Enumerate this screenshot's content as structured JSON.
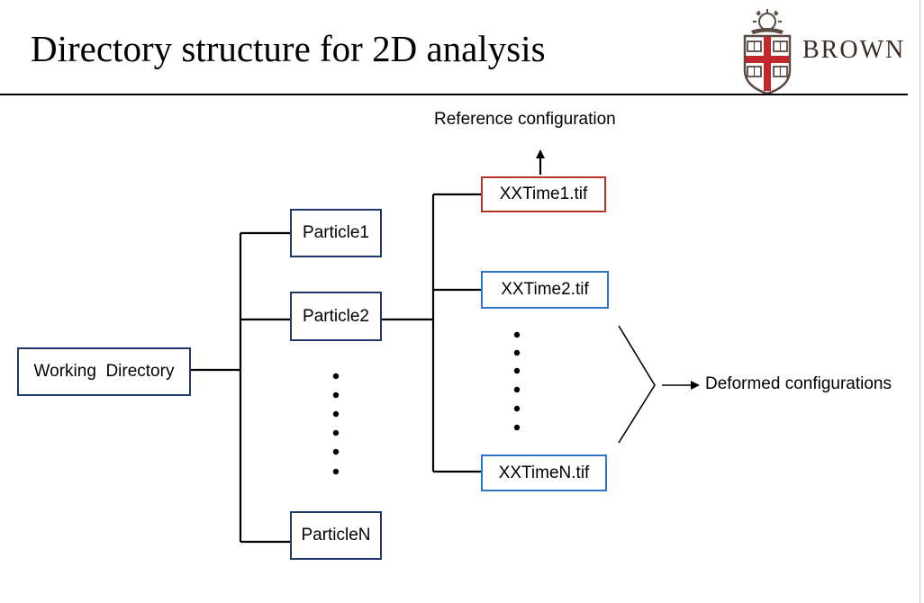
{
  "header": {
    "title": "Directory structure for 2D analysis",
    "logo_text": "BROWN"
  },
  "diagram": {
    "root": "Working  Directory",
    "particles": [
      "Particle1",
      "Particle2",
      "ParticleN"
    ],
    "files": [
      "XXTime1.tif",
      "XXTime2.tif",
      "XXTimeN.tif"
    ],
    "reference_label": "Reference configuration",
    "deformed_label": "Deformed configurations"
  },
  "colors": {
    "box_border": "#1f3a6a",
    "reference_border": "#b6352a",
    "deformed_border": "#2f76c2",
    "logo_red": "#c0282d"
  }
}
